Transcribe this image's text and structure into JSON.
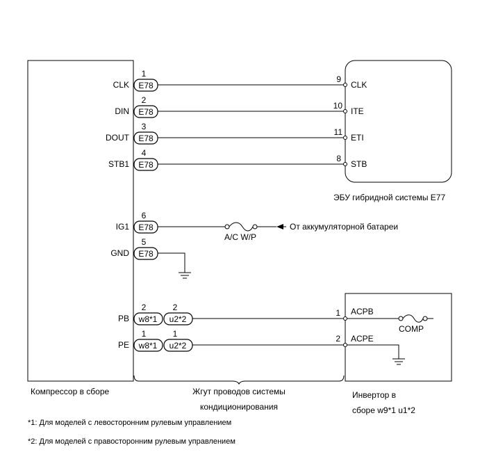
{
  "compressor": {
    "label": "Компрессор в сборе",
    "pins": [
      {
        "name": "CLK",
        "pin": "1",
        "conn": "E78"
      },
      {
        "name": "DIN",
        "pin": "2",
        "conn": "E78"
      },
      {
        "name": "DOUT",
        "pin": "3",
        "conn": "E78"
      },
      {
        "name": "STB1",
        "pin": "4",
        "conn": "E78"
      },
      {
        "name": "IG1",
        "pin": "6",
        "conn": "E78"
      },
      {
        "name": "GND",
        "pin": "5",
        "conn": "E78"
      },
      {
        "name": "PB",
        "pin": "2",
        "conn": "w8*1",
        "pin2": "2",
        "conn2": "u2*2"
      },
      {
        "name": "PE",
        "pin": "1",
        "conn": "w8*1",
        "pin2": "1",
        "conn2": "u2*2"
      }
    ]
  },
  "ecu": {
    "label": "ЭБУ гибридной системы E77",
    "pins": [
      {
        "num": "9",
        "name": "CLK"
      },
      {
        "num": "10",
        "name": "ITE"
      },
      {
        "num": "11",
        "name": "ETI"
      },
      {
        "num": "8",
        "name": "STB"
      }
    ]
  },
  "fuse_ac": {
    "label": "A/C W/P"
  },
  "battery": {
    "label": "От аккумуляторной батареи"
  },
  "inverter": {
    "label_line1": "Инвертор в",
    "label_line2": "сборе w9*1 u1*2",
    "pins": [
      {
        "num": "1",
        "name": "ACPB"
      },
      {
        "num": "2",
        "name": "ACPE"
      }
    ],
    "fuse_label": "COMP"
  },
  "harness": {
    "label_line1": "Жгут проводов системы",
    "label_line2": "кондиционирования"
  },
  "notes": [
    "*1: Для моделей с левосторонним рулевым управлением",
    "*2: Для моделей с правосторонним рулевым управлением"
  ]
}
